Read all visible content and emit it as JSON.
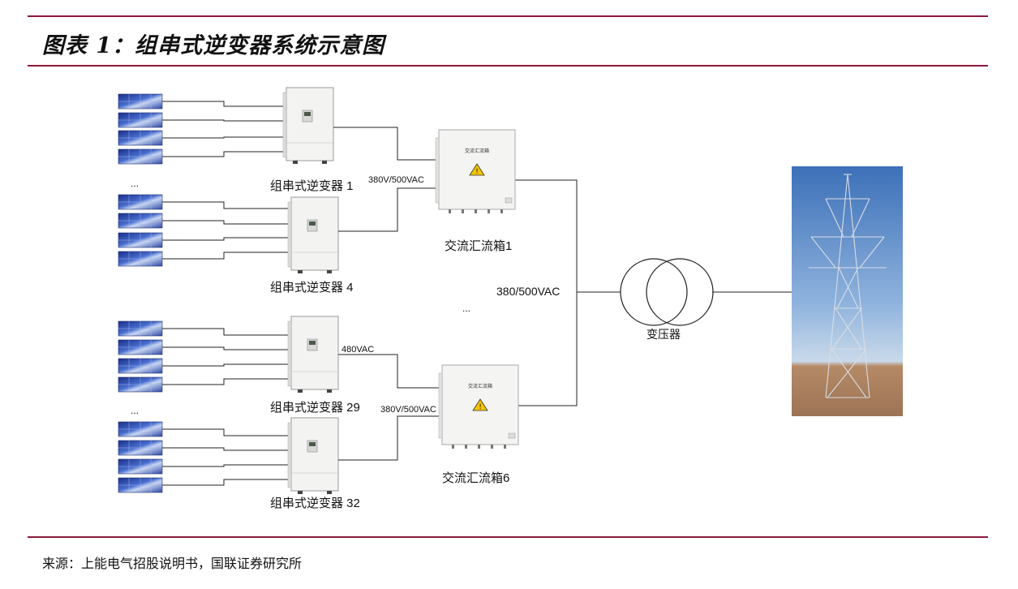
{
  "title": "图表 1：组串式逆变器系统示意图",
  "source": "来源：上能电气招股说明书，国联证券研究所",
  "diagram": {
    "inverters": [
      "组串式逆变器 1",
      "组串式逆变器 4",
      "组串式逆变器 29",
      "组串式逆变器 32"
    ],
    "combiners": [
      "交流汇流箱1",
      "交流汇流箱6"
    ],
    "combiner_panel_text": "交流汇流箱",
    "voltage_label_1": "380V/500VAC",
    "voltage_label_2": "380V/500VAC",
    "voltage_label_inverter29": "480VAC",
    "voltage_label_main": "380/500VAC",
    "transformer_label": "变压器",
    "ellipsis": "...",
    "ellipsis_mid": "..."
  }
}
